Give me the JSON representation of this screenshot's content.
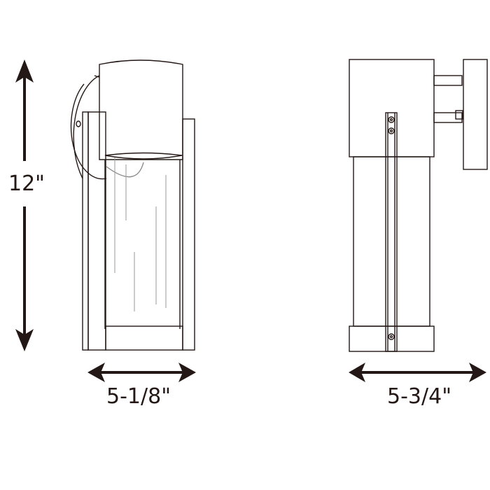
{
  "diagram": {
    "type": "product-dimension-drawing",
    "subject": "outdoor wall lantern",
    "views": [
      {
        "name": "front view",
        "dimensions": {
          "height": "12\"",
          "width": "5-1/8\""
        }
      },
      {
        "name": "side view",
        "dimensions": {
          "depth": "5-3/4\""
        }
      }
    ],
    "colors": {
      "line": "#231815",
      "arrow": "#231815",
      "background": "#ffffff",
      "glass_line": "#8a8a8a"
    }
  },
  "labels": {
    "height": "12\"",
    "front_width": "5-1/8\"",
    "side_depth": "5-3/4\""
  }
}
